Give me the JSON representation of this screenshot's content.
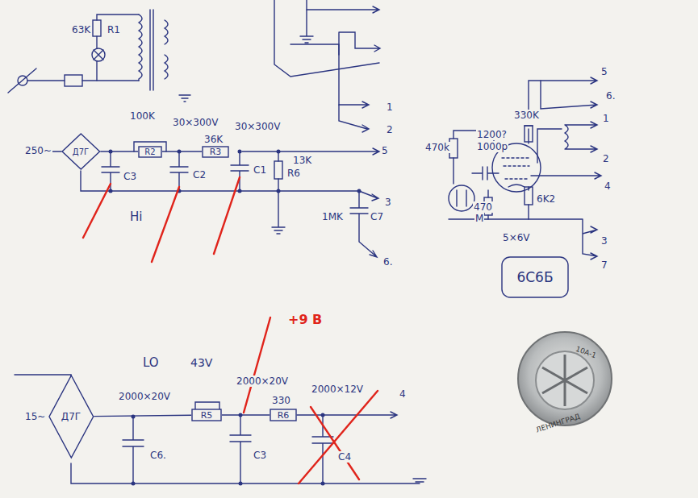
{
  "diagram": {
    "nodes": [
      {
        "text": [
          "Д7Г"
        ]
      },
      {
        "text": [
          "R2"
        ]
      },
      {
        "text": [
          "R3"
        ]
      },
      {
        "text": [
          "6С6Б"
        ]
      },
      {
        "text": [
          "Д7Г"
        ]
      },
      {
        "text": [
          "R5"
        ]
      },
      {
        "text": [
          "R6"
        ]
      }
    ],
    "edges": [
      {
        "from": 0,
        "to": 1,
        "arrow": "none"
      },
      {
        "from": 1,
        "to": 2,
        "arrow": "none"
      },
      {
        "from": 4,
        "to": 5,
        "arrow": "none"
      },
      {
        "from": 5,
        "to": 6,
        "arrow": "none"
      }
    ],
    "labels": [
      "63K",
      "R1",
      "1",
      "2",
      "100K",
      "30×300V",
      "36K",
      "30×300V",
      "250~",
      "C3",
      "C2",
      "C1",
      "13K",
      "R6",
      "5",
      "3",
      "6.",
      "1MK",
      "C7",
      "Hi",
      "5",
      "6.",
      "1",
      "2",
      "4",
      "3",
      "7",
      "330K",
      "470k",
      "1200?",
      "1000p",
      "470",
      "M",
      "6K2",
      "5×6V",
      "ЛЕНИНГРАД",
      "10А-1",
      "LO",
      "43V",
      "+9 B",
      "15~",
      "2000×20V",
      "2000×20V",
      "330",
      "2000×12V",
      "C6.",
      "C3",
      "C4",
      "4"
    ]
  }
}
